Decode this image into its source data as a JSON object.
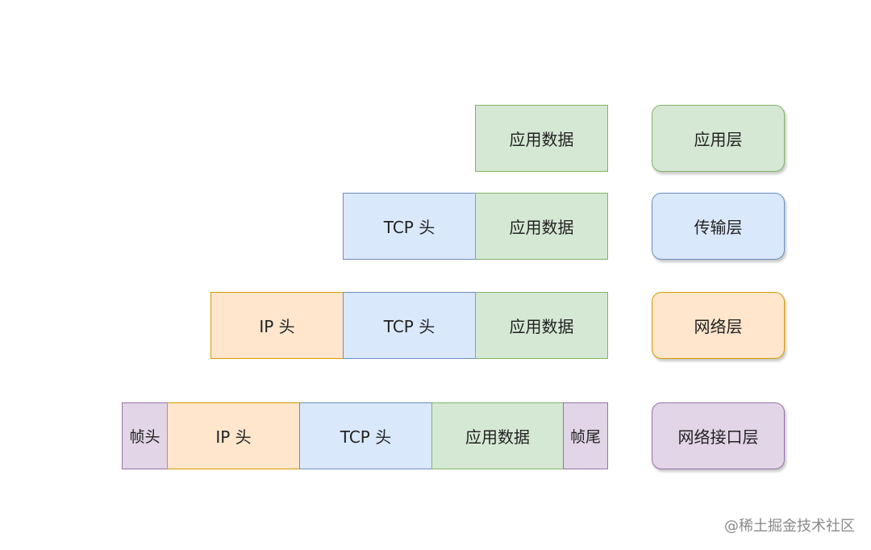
{
  "rows": {
    "application": {
      "data": "应用数据"
    },
    "transport": {
      "tcp_header": "TCP 头",
      "data": "应用数据"
    },
    "network": {
      "ip_header": "IP 头",
      "tcp_header": "TCP 头",
      "data": "应用数据"
    },
    "link": {
      "frame_header": "帧头",
      "ip_header": "IP 头",
      "tcp_header": "TCP 头",
      "data": "应用数据",
      "frame_trailer": "帧尾"
    }
  },
  "layers": {
    "application": "应用层",
    "transport": "传输层",
    "network": "网络层",
    "link": "网络接口层"
  },
  "colors": {
    "data": "#d5e8d4",
    "tcp": "#dae8fc",
    "ip": "#ffe6cc",
    "frame": "#e1d5e7"
  },
  "watermark": "@稀土掘金技术社区"
}
